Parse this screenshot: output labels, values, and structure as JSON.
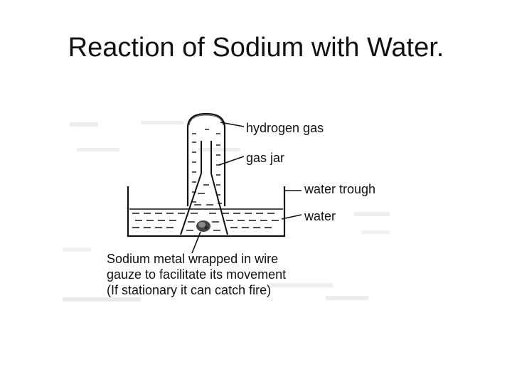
{
  "slide": {
    "title": "Reaction of Sodium with Water."
  },
  "diagram": {
    "labels": {
      "hydrogen_gas": "hydrogen gas",
      "gas_jar": "gas jar",
      "water_trough": "water trough",
      "water": "water"
    },
    "caption": {
      "line1": "Sodium metal wrapped in wire",
      "line2": "gauze to facilitate its movement",
      "line3": "(If stationary it can catch fire)"
    }
  }
}
